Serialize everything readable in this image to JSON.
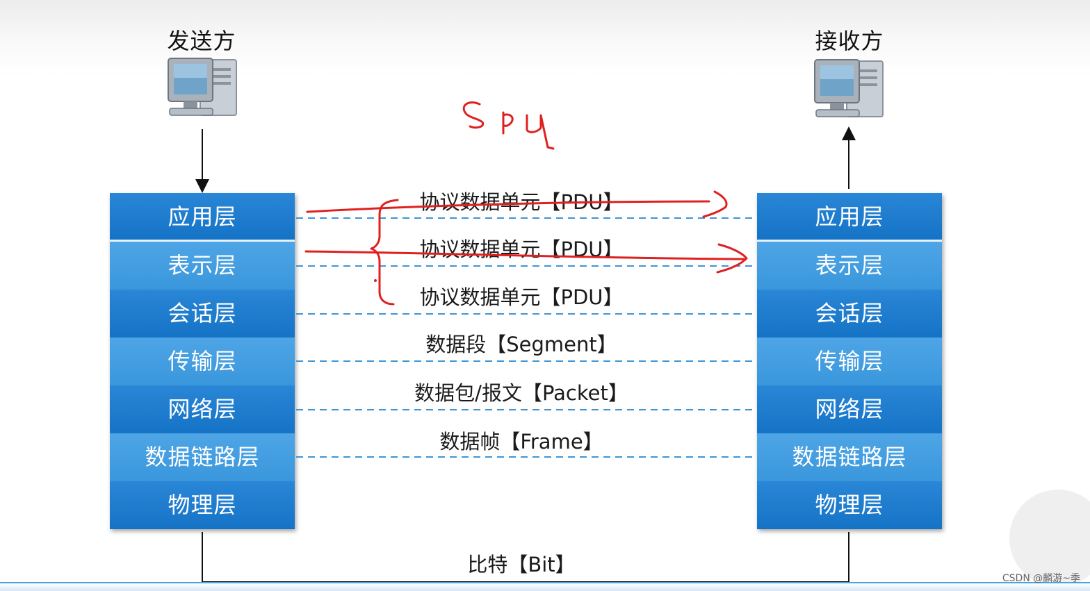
{
  "sender": {
    "title": "发送方"
  },
  "receiver": {
    "title": "接收方"
  },
  "layers": [
    {
      "label": "应用层"
    },
    {
      "label": "表示层"
    },
    {
      "label": "会话层"
    },
    {
      "label": "传输层"
    },
    {
      "label": "网络层"
    },
    {
      "label": "数据链路层"
    },
    {
      "label": "物理层"
    }
  ],
  "units": [
    {
      "label": "协议数据单元【PDU】"
    },
    {
      "label": "协议数据单元【PDU】"
    },
    {
      "label": "协议数据单元【PDU】"
    },
    {
      "label": "数据段【Segment】"
    },
    {
      "label": "数据包/报文【Packet】"
    },
    {
      "label": "数据帧【Frame】"
    },
    {
      "label": "比特【Bit】"
    }
  ],
  "annotation": {
    "handwritten_text": "SPU",
    "color": "#e02020"
  },
  "colors": {
    "layer_dark": "#1a78c9",
    "layer_light": "#43a0e2",
    "dashed_line": "#3d95d6"
  },
  "watermark": "CSDN @麟游~季"
}
